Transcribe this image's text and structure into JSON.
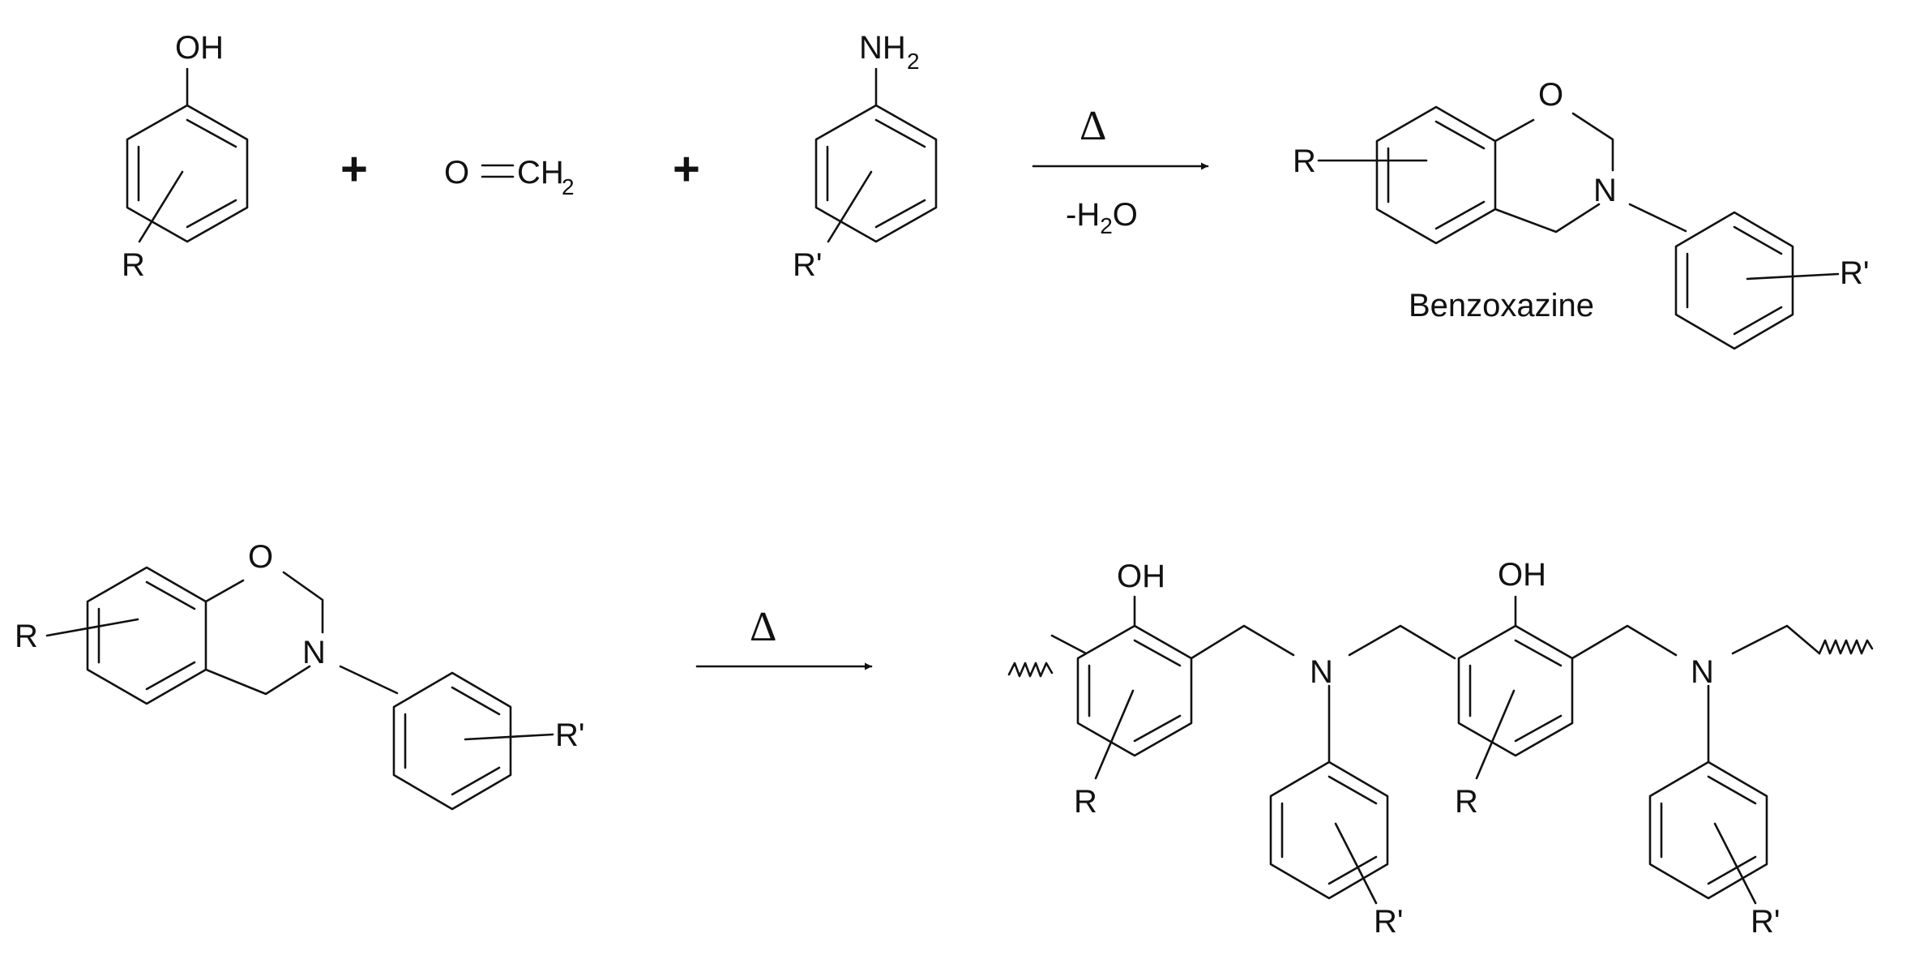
{
  "reaction1": {
    "phenol": {
      "oh": "OH",
      "r": "R"
    },
    "plus1": "+",
    "formaldehyde": {
      "o": "O",
      "ch": "CH",
      "sub": "2"
    },
    "plus2": "+",
    "amine": {
      "nh": "NH",
      "sub": "2",
      "r": "R'"
    },
    "arrow": {
      "above": "Δ",
      "below_pre": "-H",
      "below_sub": "2",
      "below_post": "O"
    },
    "product": {
      "o": "O",
      "n": "N",
      "r": "R",
      "r2": "R'",
      "name": "Benzoxazine"
    }
  },
  "reaction2": {
    "monomer": {
      "o": "O",
      "n": "N",
      "r": "R",
      "r2": "R'"
    },
    "arrow": {
      "above": "Δ"
    },
    "polymer": {
      "oh1": "OH",
      "oh2": "OH",
      "n1": "N",
      "n2": "N",
      "r1": "R",
      "r2": "R",
      "rp1": "R'",
      "rp2": "R'"
    }
  }
}
